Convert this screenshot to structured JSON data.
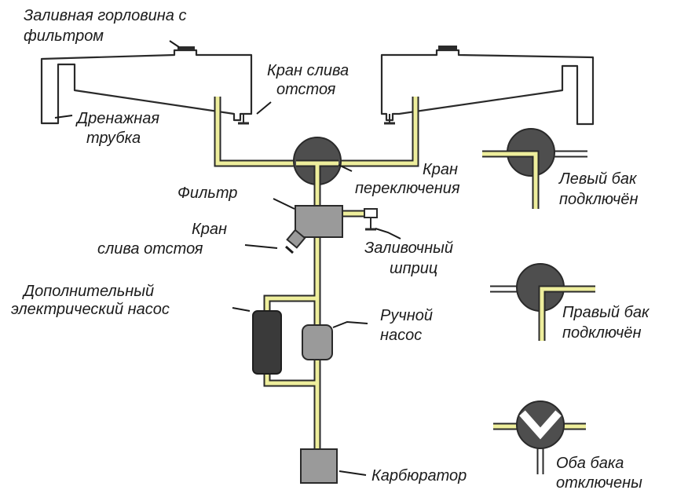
{
  "labels": {
    "filler_neck": [
      "Заливная горловина с",
      "фильтром"
    ],
    "sediment_drain_tank": [
      "Кран слива",
      "отстоя"
    ],
    "drain_tube": [
      "Дренажная",
      "трубка"
    ],
    "selector_valve": [
      "Кран",
      "переключения"
    ],
    "filter": "Фильтр",
    "sediment_drain_filter": [
      "Кран",
      "слива отстоя"
    ],
    "priming_syringe": [
      "Заливочный",
      "шприц"
    ],
    "electric_pump": [
      "Дополнительный",
      "электрический насос"
    ],
    "hand_pump": [
      "Ручной",
      "насос"
    ],
    "carburetor": "Карбюратор",
    "left_tank_on": [
      "Левый бак",
      "подключён"
    ],
    "right_tank_on": [
      "Правый бак",
      "подключён"
    ],
    "both_off": [
      "Оба бака",
      "отключены"
    ]
  },
  "colors": {
    "fuel_line": "#eeee9c",
    "valve_body": "#4e4e4e",
    "component_gray": "#9a9a9a",
    "electric_pump_body": "#3a3a3a",
    "outline": "#2a2a2a"
  }
}
